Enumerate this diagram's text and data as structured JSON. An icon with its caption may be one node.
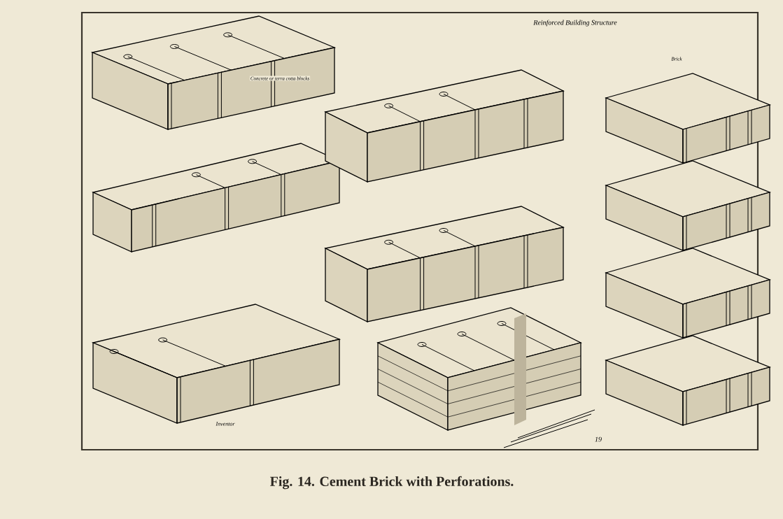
{
  "diagram": {
    "title": "Reinforced Building Structure",
    "caption": "Fig. 14.  Cement Brick with Perforations.",
    "labels": [
      "Concrete or terra cotta blocks",
      "Brick",
      "Inventor",
      "19"
    ]
  }
}
